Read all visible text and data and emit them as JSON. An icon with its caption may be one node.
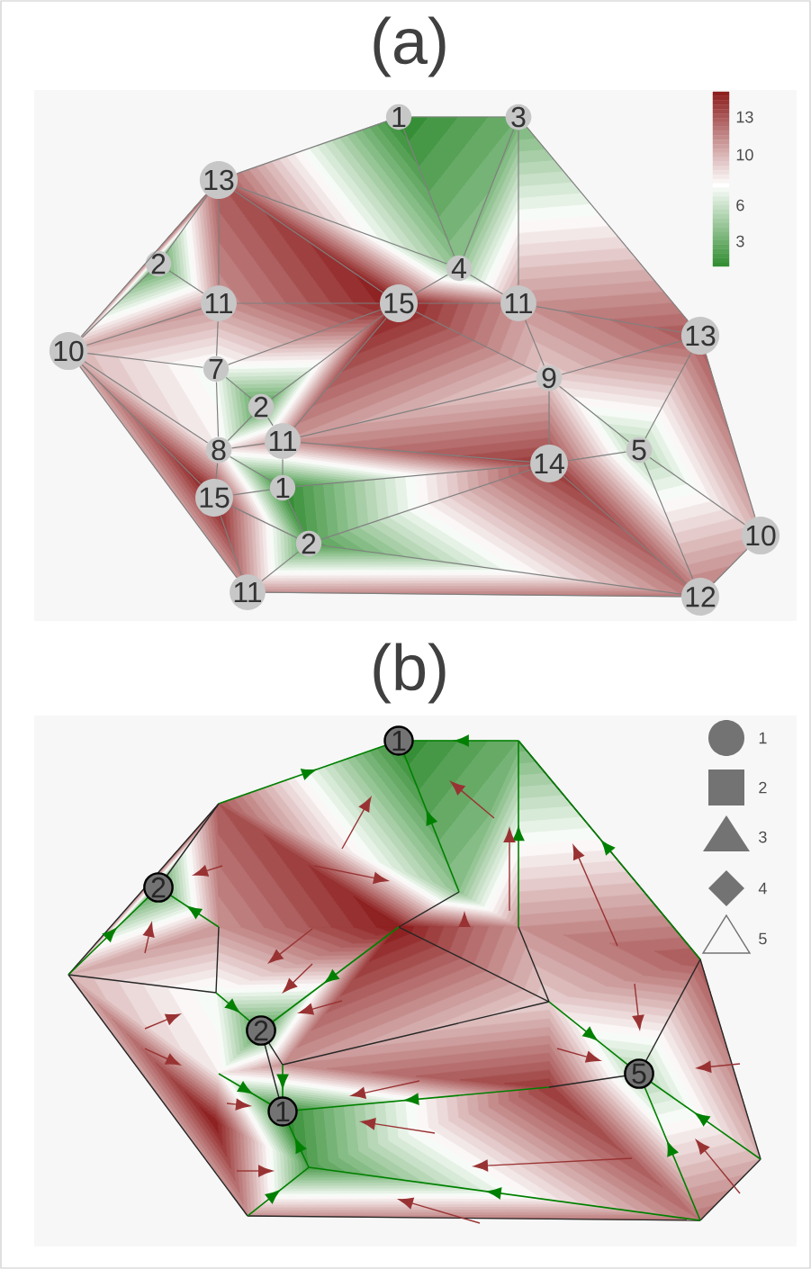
{
  "diagram": {
    "nodes": [
      {
        "text": [
          "1"
        ]
      },
      {
        "text": [
          "3"
        ]
      },
      {
        "text": [
          "13"
        ]
      },
      {
        "text": [
          "2"
        ]
      },
      {
        "text": [
          "4"
        ]
      },
      {
        "text": [
          "11"
        ]
      },
      {
        "text": [
          "15"
        ]
      },
      {
        "text": [
          "11"
        ]
      },
      {
        "text": [
          "10"
        ]
      },
      {
        "text": [
          "13"
        ]
      },
      {
        "text": [
          "7"
        ]
      },
      {
        "text": [
          "9"
        ]
      },
      {
        "text": [
          "2"
        ]
      },
      {
        "text": [
          "8"
        ]
      },
      {
        "text": [
          "11"
        ]
      },
      {
        "text": [
          "14"
        ]
      },
      {
        "text": [
          "5"
        ]
      },
      {
        "text": [
          "15"
        ]
      },
      {
        "text": [
          "1"
        ]
      },
      {
        "text": [
          "2"
        ]
      },
      {
        "text": [
          "10"
        ]
      },
      {
        "text": [
          "11"
        ]
      },
      {
        "text": [
          "12"
        ]
      },
      {
        "text": [
          "1"
        ]
      },
      {
        "text": [
          "2"
        ]
      },
      {
        "text": [
          "2"
        ]
      },
      {
        "text": [
          "1"
        ]
      },
      {
        "text": [
          "5"
        ]
      }
    ],
    "edges": [
      {
        "from": 0,
        "to": 1,
        "arrow": "none"
      },
      {
        "from": 0,
        "to": 2,
        "arrow": "none"
      },
      {
        "from": 0,
        "to": 4,
        "arrow": "none"
      },
      {
        "from": 1,
        "to": 4,
        "arrow": "none"
      },
      {
        "from": 1,
        "to": 7,
        "arrow": "none"
      },
      {
        "from": 1,
        "to": 9,
        "arrow": "none"
      },
      {
        "from": 2,
        "to": 3,
        "arrow": "none"
      },
      {
        "from": 2,
        "to": 5,
        "arrow": "none"
      },
      {
        "from": 2,
        "to": 6,
        "arrow": "none"
      },
      {
        "from": 2,
        "to": 4,
        "arrow": "none"
      },
      {
        "from": 2,
        "to": 8,
        "arrow": "none"
      },
      {
        "from": 3,
        "to": 5,
        "arrow": "none"
      },
      {
        "from": 3,
        "to": 8,
        "arrow": "none"
      },
      {
        "from": 4,
        "to": 6,
        "arrow": "none"
      },
      {
        "from": 4,
        "to": 7,
        "arrow": "none"
      },
      {
        "from": 5,
        "to": 6,
        "arrow": "none"
      },
      {
        "from": 5,
        "to": 8,
        "arrow": "none"
      },
      {
        "from": 5,
        "to": 10,
        "arrow": "none"
      },
      {
        "from": 6,
        "to": 7,
        "arrow": "none"
      },
      {
        "from": 6,
        "to": 11,
        "arrow": "none"
      },
      {
        "from": 6,
        "to": 10,
        "arrow": "none"
      },
      {
        "from": 6,
        "to": 12,
        "arrow": "none"
      },
      {
        "from": 6,
        "to": 14,
        "arrow": "none"
      },
      {
        "from": 7,
        "to": 11,
        "arrow": "none"
      },
      {
        "from": 7,
        "to": 9,
        "arrow": "none"
      },
      {
        "from": 8,
        "to": 10,
        "arrow": "none"
      },
      {
        "from": 8,
        "to": 13,
        "arrow": "none"
      },
      {
        "from": 8,
        "to": 17,
        "arrow": "none"
      },
      {
        "from": 8,
        "to": 21,
        "arrow": "none"
      },
      {
        "from": 9,
        "to": 11,
        "arrow": "none"
      },
      {
        "from": 9,
        "to": 16,
        "arrow": "none"
      },
      {
        "from": 9,
        "to": 20,
        "arrow": "none"
      },
      {
        "from": 10,
        "to": 13,
        "arrow": "none"
      },
      {
        "from": 10,
        "to": 12,
        "arrow": "none"
      },
      {
        "from": 11,
        "to": 14,
        "arrow": "none"
      },
      {
        "from": 11,
        "to": 15,
        "arrow": "none"
      },
      {
        "from": 11,
        "to": 16,
        "arrow": "none"
      },
      {
        "from": 12,
        "to": 13,
        "arrow": "none"
      },
      {
        "from": 12,
        "to": 14,
        "arrow": "none"
      },
      {
        "from": 13,
        "to": 14,
        "arrow": "none"
      },
      {
        "from": 13,
        "to": 18,
        "arrow": "none"
      },
      {
        "from": 13,
        "to": 17,
        "arrow": "none"
      },
      {
        "from": 14,
        "to": 15,
        "arrow": "none"
      },
      {
        "from": 14,
        "to": 18,
        "arrow": "none"
      },
      {
        "from": 15,
        "to": 16,
        "arrow": "none"
      },
      {
        "from": 15,
        "to": 18,
        "arrow": "none"
      },
      {
        "from": 15,
        "to": 19,
        "arrow": "none"
      },
      {
        "from": 15,
        "to": 22,
        "arrow": "none"
      },
      {
        "from": 16,
        "to": 22,
        "arrow": "none"
      },
      {
        "from": 16,
        "to": 20,
        "arrow": "none"
      },
      {
        "from": 17,
        "to": 18,
        "arrow": "none"
      },
      {
        "from": 17,
        "to": 21,
        "arrow": "none"
      },
      {
        "from": 17,
        "to": 19,
        "arrow": "none"
      },
      {
        "from": 18,
        "to": 19,
        "arrow": "none"
      },
      {
        "from": 19,
        "to": 21,
        "arrow": "none"
      },
      {
        "from": 19,
        "to": 22,
        "arrow": "none"
      },
      {
        "from": 21,
        "to": 22,
        "arrow": "none"
      },
      {
        "from": 20,
        "to": 22,
        "arrow": "none"
      }
    ],
    "labels": [
      "(a)",
      "13",
      "10",
      "6",
      "3",
      "(b)"
    ],
    "legend": [
      {
        "text": "1"
      },
      {
        "text": "2"
      },
      {
        "text": "3"
      },
      {
        "text": "4"
      },
      {
        "text": "5"
      }
    ]
  }
}
